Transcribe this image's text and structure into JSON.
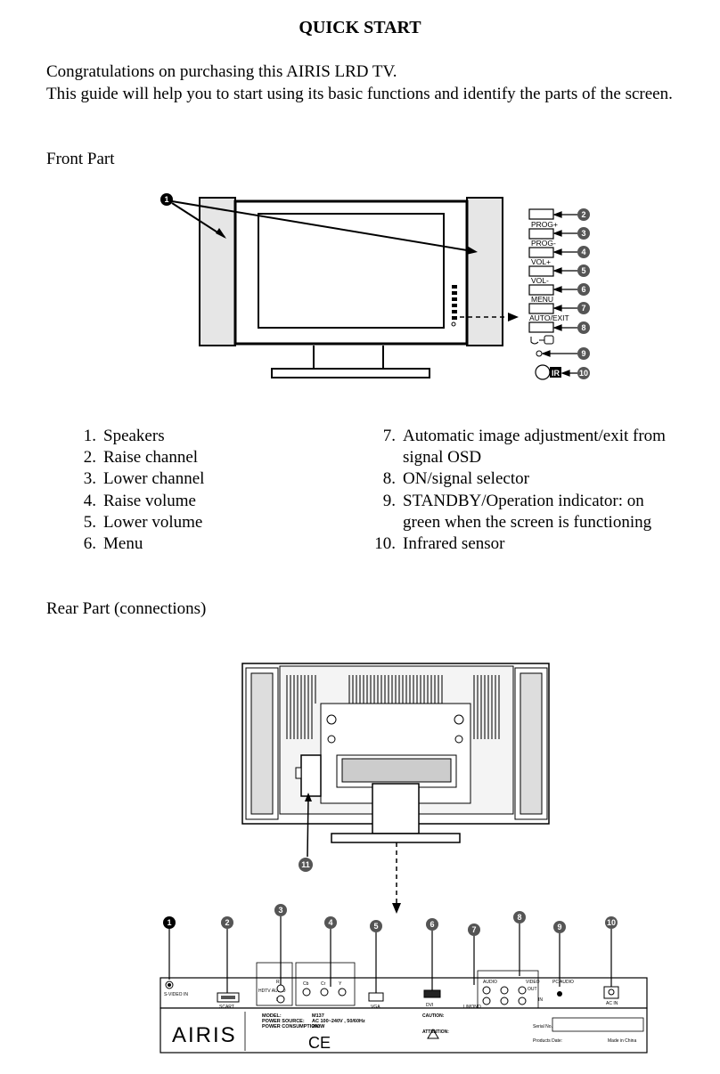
{
  "doc": {
    "title": "QUICK START",
    "intro_line1": "Congratulations on purchasing this AIRIS LRD TV.",
    "intro_line2": "This guide will help you to start using its basic functions and identify the parts of the screen.",
    "front_heading": "Front Part",
    "rear_heading": "Rear Part (connections)"
  },
  "front_list_left": [
    {
      "num": "1.",
      "text": "Speakers"
    },
    {
      "num": "2.",
      "text": "Raise channel"
    },
    {
      "num": "3.",
      "text": "Lower channel"
    },
    {
      "num": "4.",
      "text": "Raise volume"
    },
    {
      "num": "5.",
      "text": "Lower volume"
    },
    {
      "num": "6.",
      "text": "Menu"
    }
  ],
  "front_list_right": [
    {
      "num": "7.",
      "text": "Automatic image adjustment/exit from signal OSD"
    },
    {
      "num": "8.",
      "text": "ON/signal selector"
    },
    {
      "num": "9.",
      "text": "STANDBY/Operation indicator: on green when the screen is functioning"
    },
    {
      "num": "10.",
      "text": "Infrared sensor"
    }
  ],
  "front_diagram": {
    "buttons": [
      "PROG+",
      "PROG-",
      "VOL+",
      "VOL-",
      "MENU",
      "AUTO/EXIT"
    ],
    "callouts": [
      "1",
      "2",
      "3",
      "4",
      "5",
      "6",
      "7",
      "8",
      "9",
      "10"
    ],
    "ir_label": "IR",
    "icons": [
      "power-icon",
      "source-icon"
    ]
  },
  "rear_diagram": {
    "callouts": [
      "1",
      "2",
      "3",
      "4",
      "5",
      "6",
      "7",
      "8",
      "9",
      "10",
      "11"
    ],
    "ports": {
      "svideo": "S-VIDEO IN",
      "scart": "SCART",
      "hdtv_audio": "HDTV AUDIO",
      "r": "R",
      "l": "L",
      "cb": "Cb",
      "cr": "Cr",
      "y": "Y",
      "vga": "VGA",
      "dvi": "DVI",
      "audio": "AUDIO",
      "video": "VIDEO",
      "out": "OUT",
      "in": "IN",
      "lmono": "L/MONO",
      "pc_audio": "PC AUDIO",
      "ac_in": "AC IN"
    },
    "label": {
      "brand": "AIRIS",
      "model_key": "MODEL:",
      "model_val": "M137",
      "power_key": "POWER SOURCE:",
      "power_val": "AC 100~240V , 50/60Hz",
      "consumption_key": "POWER CONSUMPTION:",
      "consumption_val": "200W",
      "ce": "CE",
      "caution": "CAUTION:",
      "attention": "ATTENTION:",
      "serial": "Serial No.:",
      "product_date": "Products Date:",
      "made_in": "Made in China"
    }
  }
}
